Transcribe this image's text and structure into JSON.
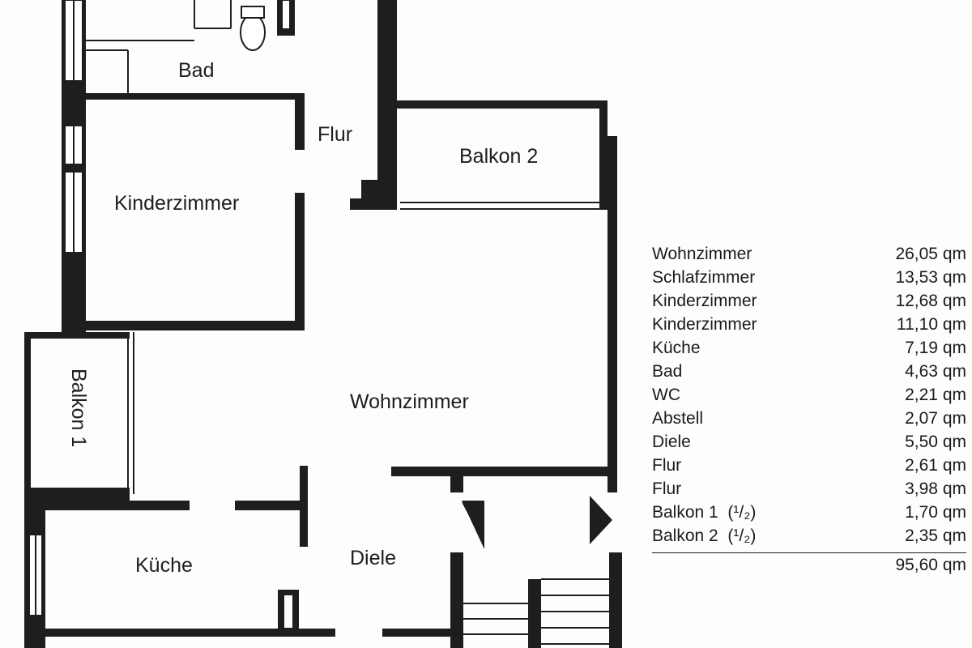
{
  "rooms": {
    "bad": "Bad",
    "flur": "Flur",
    "balkon2": "Balkon 2",
    "kinderzimmer": "Kinderzimmer",
    "balkon1": "Balkon 1",
    "wohnzimmer": "Wohnzimmer",
    "kueche": "Küche",
    "diele": "Diele"
  },
  "areas": [
    {
      "name": "Wohnzimmer",
      "value": "26,05 qm"
    },
    {
      "name": "Schlafzimmer",
      "value": "13,53 qm"
    },
    {
      "name": "Kinderzimmer",
      "value": "12,68 qm"
    },
    {
      "name": "Kinderzimmer",
      "value": "11,10 qm"
    },
    {
      "name": "Küche",
      "value": "7,19 qm"
    },
    {
      "name": "Bad",
      "value": "4,63 qm"
    },
    {
      "name": "WC",
      "value": "2,21 qm"
    },
    {
      "name": "Abstell",
      "value": "2,07 qm"
    },
    {
      "name": "Diele",
      "value": "5,50 qm"
    },
    {
      "name": "Flur",
      "value": "2,61 qm"
    },
    {
      "name": "Flur",
      "value": "3,98 qm"
    },
    {
      "name": "Balkon 1  (¹/₂)",
      "value": "1,70 qm"
    },
    {
      "name": "Balkon 2  (¹/₂)",
      "value": "2,35 qm"
    }
  ],
  "total": "95,60 qm",
  "colors": {
    "ink": "#1e1e1e",
    "paper": "#fdfdfd"
  }
}
